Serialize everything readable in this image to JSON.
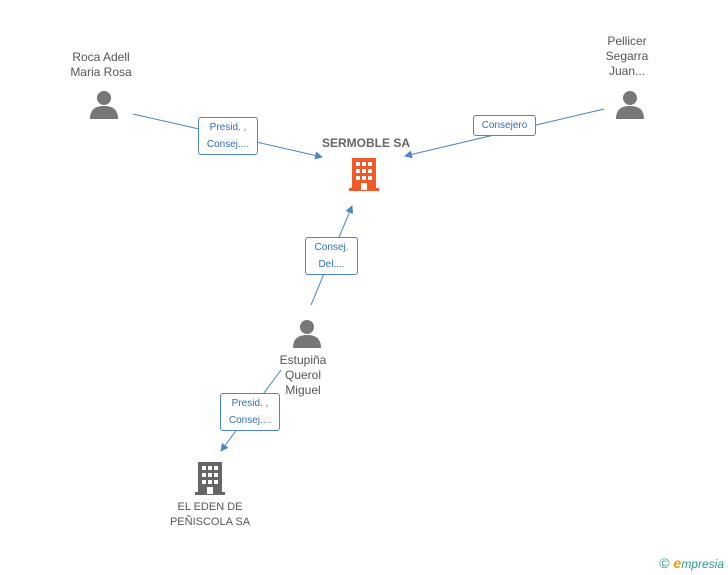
{
  "main_company": {
    "name": "SERMOBLE SA",
    "color": "#f05a28"
  },
  "persons": [
    {
      "id": "roca",
      "lines": [
        "Roca Adell",
        "Maria Rosa"
      ]
    },
    {
      "id": "pellicer",
      "lines": [
        "Pellicer",
        "Segarra",
        "Juan..."
      ]
    },
    {
      "id": "estupina",
      "lines": [
        "Estupiña",
        "Querol",
        "Miguel"
      ]
    }
  ],
  "secondary_company": {
    "lines": [
      "EL EDEN DE",
      "PEÑISCOLA SA"
    ],
    "color": "#666666"
  },
  "edges": [
    {
      "id": "roca-sermoble",
      "lines": [
        "Presid. ,",
        "Consej...."
      ]
    },
    {
      "id": "pellicer-sermoble",
      "lines": [
        "Consejero"
      ]
    },
    {
      "id": "estupina-sermoble",
      "lines": [
        "Consej.",
        "Del...."
      ]
    },
    {
      "id": "estupina-eden",
      "lines": [
        "Presid. ,",
        "Consej...."
      ]
    }
  ],
  "colors": {
    "edge": "#4a86c8",
    "person_icon": "#777777"
  },
  "brand": {
    "copyright_symbol": "©",
    "initial": "e",
    "rest": "mpresia"
  }
}
